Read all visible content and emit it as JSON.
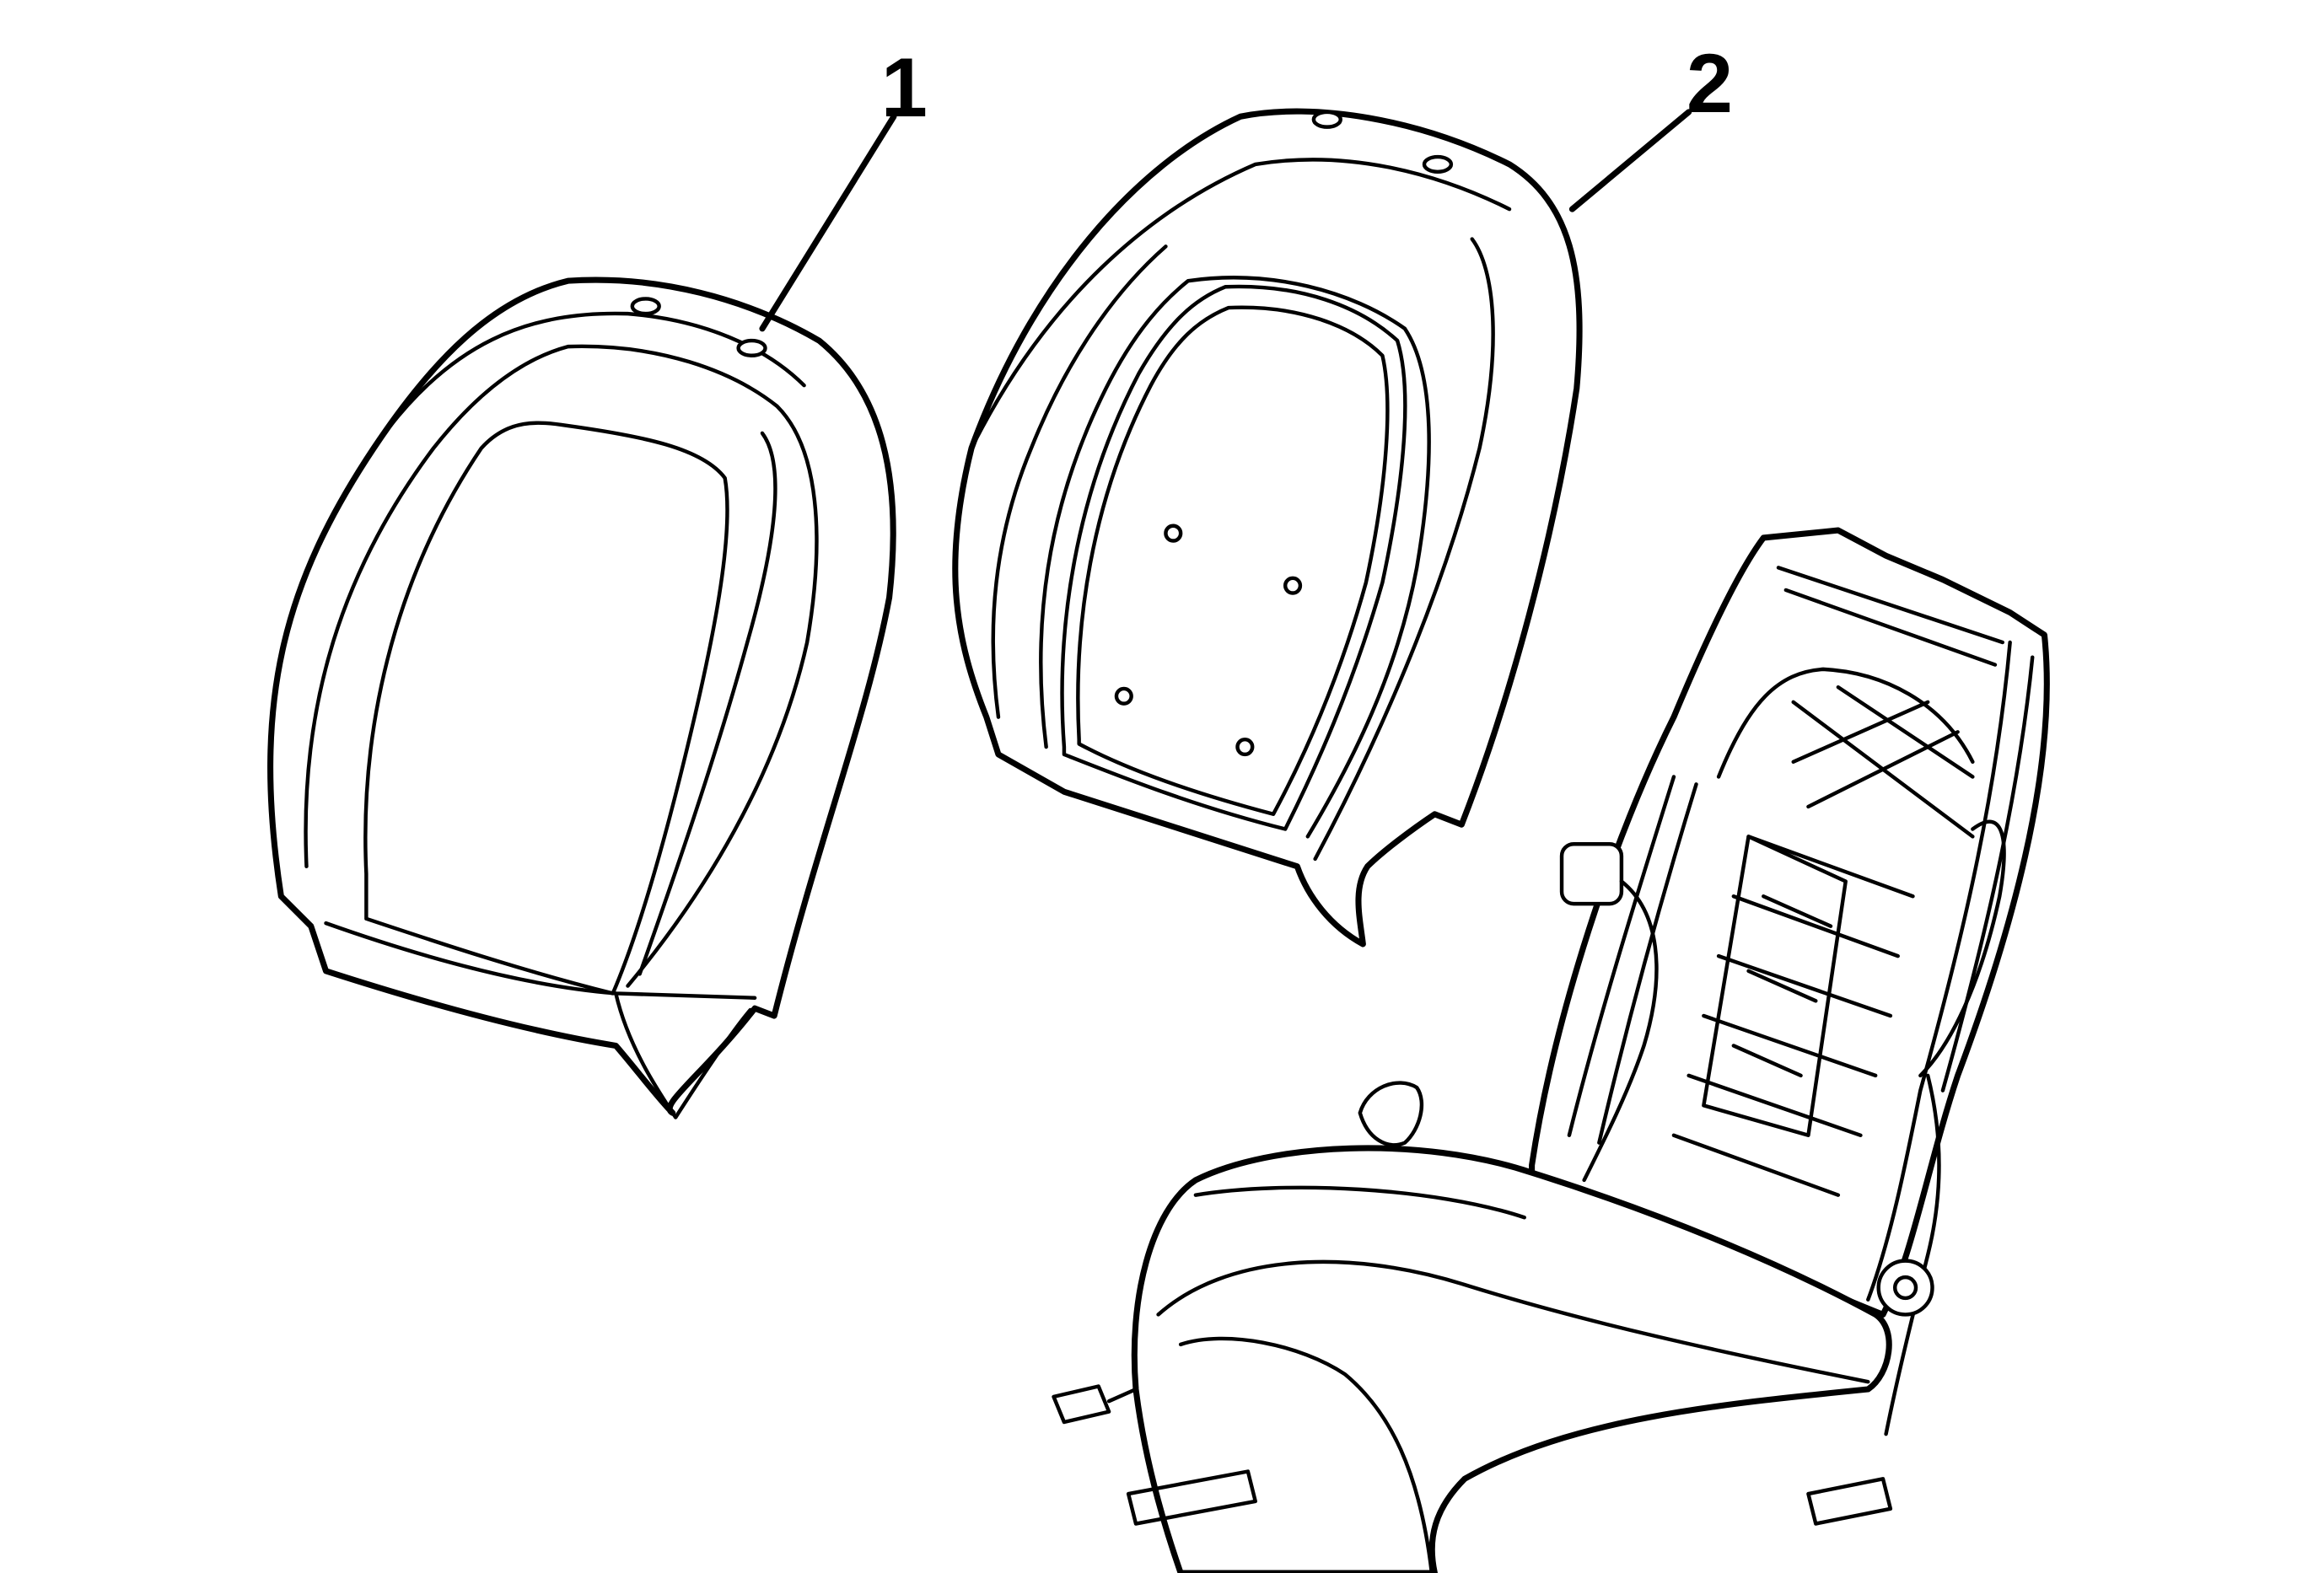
{
  "callouts": [
    {
      "label": "1",
      "part": "seat-back-cover"
    },
    {
      "label": "2",
      "part": "seat-back-cushion-pad"
    }
  ]
}
